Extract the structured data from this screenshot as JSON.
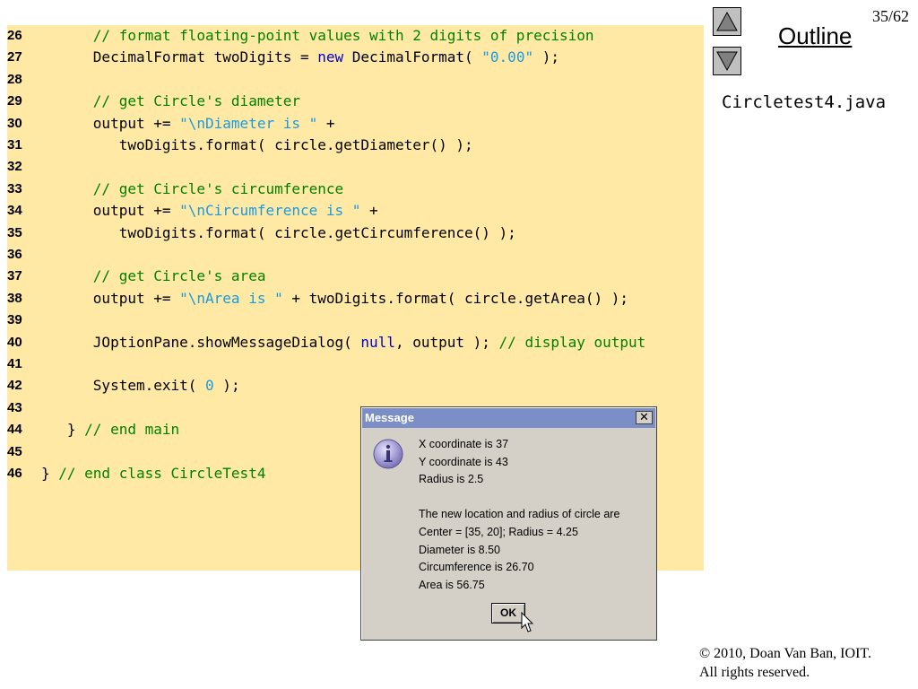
{
  "slide": {
    "number": "35/62"
  },
  "nav": {
    "outline_label": "Outline",
    "filename": "Circletest4.java"
  },
  "copyright": {
    "line1": "© 2010, Doan Van Ban, IOIT.",
    "line2": "All rights reserved."
  },
  "code_lines": [
    {
      "num": "26",
      "indent": "      ",
      "tokens": [
        {
          "t": "// format floating-point values with 2 digits of precision",
          "c": "comment"
        }
      ]
    },
    {
      "num": "27",
      "indent": "      ",
      "tokens": [
        {
          "t": "DecimalFormat twoDigits = ",
          "c": "plain"
        },
        {
          "t": "new",
          "c": "keyword"
        },
        {
          "t": " DecimalFormat( ",
          "c": "plain"
        },
        {
          "t": "\"0.00\"",
          "c": "string"
        },
        {
          "t": " );",
          "c": "plain"
        }
      ]
    },
    {
      "num": "28",
      "indent": "",
      "tokens": []
    },
    {
      "num": "29",
      "indent": "      ",
      "tokens": [
        {
          "t": "// get Circle's diameter",
          "c": "comment"
        }
      ]
    },
    {
      "num": "30",
      "indent": "      ",
      "tokens": [
        {
          "t": "output += ",
          "c": "plain"
        },
        {
          "t": "\"\\nDiameter is \"",
          "c": "string"
        },
        {
          "t": " +",
          "c": "plain"
        }
      ]
    },
    {
      "num": "31",
      "indent": "         ",
      "tokens": [
        {
          "t": "twoDigits.format( circle.getDiameter() );",
          "c": "plain"
        }
      ]
    },
    {
      "num": "32",
      "indent": "",
      "tokens": []
    },
    {
      "num": "33",
      "indent": "      ",
      "tokens": [
        {
          "t": "// get Circle's circumference",
          "c": "comment"
        }
      ]
    },
    {
      "num": "34",
      "indent": "      ",
      "tokens": [
        {
          "t": "output += ",
          "c": "plain"
        },
        {
          "t": "\"\\nCircumference is \"",
          "c": "string"
        },
        {
          "t": " +",
          "c": "plain"
        }
      ]
    },
    {
      "num": "35",
      "indent": "         ",
      "tokens": [
        {
          "t": "twoDigits.format( circle.getCircumference() );",
          "c": "plain"
        }
      ]
    },
    {
      "num": "36",
      "indent": "",
      "tokens": []
    },
    {
      "num": "37",
      "indent": "      ",
      "tokens": [
        {
          "t": "// get Circle's area",
          "c": "comment"
        }
      ]
    },
    {
      "num": "38",
      "indent": "      ",
      "tokens": [
        {
          "t": "output += ",
          "c": "plain"
        },
        {
          "t": "\"\\nArea is \"",
          "c": "string"
        },
        {
          "t": " + twoDigits.format( circle.getArea() );",
          "c": "plain"
        }
      ]
    },
    {
      "num": "39",
      "indent": "",
      "tokens": []
    },
    {
      "num": "40",
      "indent": "      ",
      "tokens": [
        {
          "t": "JOptionPane.showMessageDialog( ",
          "c": "plain"
        },
        {
          "t": "null",
          "c": "keyword"
        },
        {
          "t": ", output ); ",
          "c": "plain"
        },
        {
          "t": "// display output",
          "c": "comment"
        }
      ]
    },
    {
      "num": "41",
      "indent": "",
      "tokens": []
    },
    {
      "num": "42",
      "indent": "      ",
      "tokens": [
        {
          "t": "System.exit( ",
          "c": "plain"
        },
        {
          "t": "0",
          "c": "number"
        },
        {
          "t": " );",
          "c": "plain"
        }
      ]
    },
    {
      "num": "43",
      "indent": "",
      "tokens": []
    },
    {
      "num": "44",
      "indent": "   ",
      "tokens": [
        {
          "t": "} ",
          "c": "plain"
        },
        {
          "t": "// end main",
          "c": "comment"
        }
      ]
    },
    {
      "num": "45",
      "indent": "",
      "tokens": []
    },
    {
      "num": "46",
      "indent": "",
      "tokens": [
        {
          "t": "} ",
          "c": "plain"
        },
        {
          "t": "// end class CircleTest4",
          "c": "comment"
        }
      ]
    }
  ],
  "dialog": {
    "title": "Message",
    "close_label": "✕",
    "icon": "info-icon",
    "lines": [
      "X coordinate is 37",
      "Y coordinate is 43",
      "Radius is 2.5",
      "",
      "The new location and radius of circle are",
      "Center = [35, 20]; Radius = 4.25",
      "Diameter is 8.50",
      "Circumference is 26.70",
      "Area is 56.75"
    ],
    "ok_label": "OK"
  },
  "colors": {
    "code_bg": "#ffe9a5",
    "comment": "#008000",
    "keyword": "#0000cc",
    "string": "#1a9ae0",
    "titlebar": "#7b8ec7"
  }
}
